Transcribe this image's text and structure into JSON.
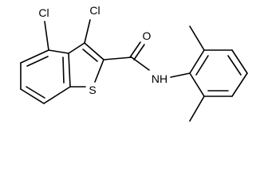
{
  "molecule": {
    "atoms": {
      "cl_left": "Cl",
      "cl_right": "Cl",
      "oxygen": "O",
      "sulfur": "S",
      "nh": "NH"
    },
    "colors": {
      "bond": "#000000",
      "text": "#000000",
      "background": "#ffffff"
    }
  }
}
